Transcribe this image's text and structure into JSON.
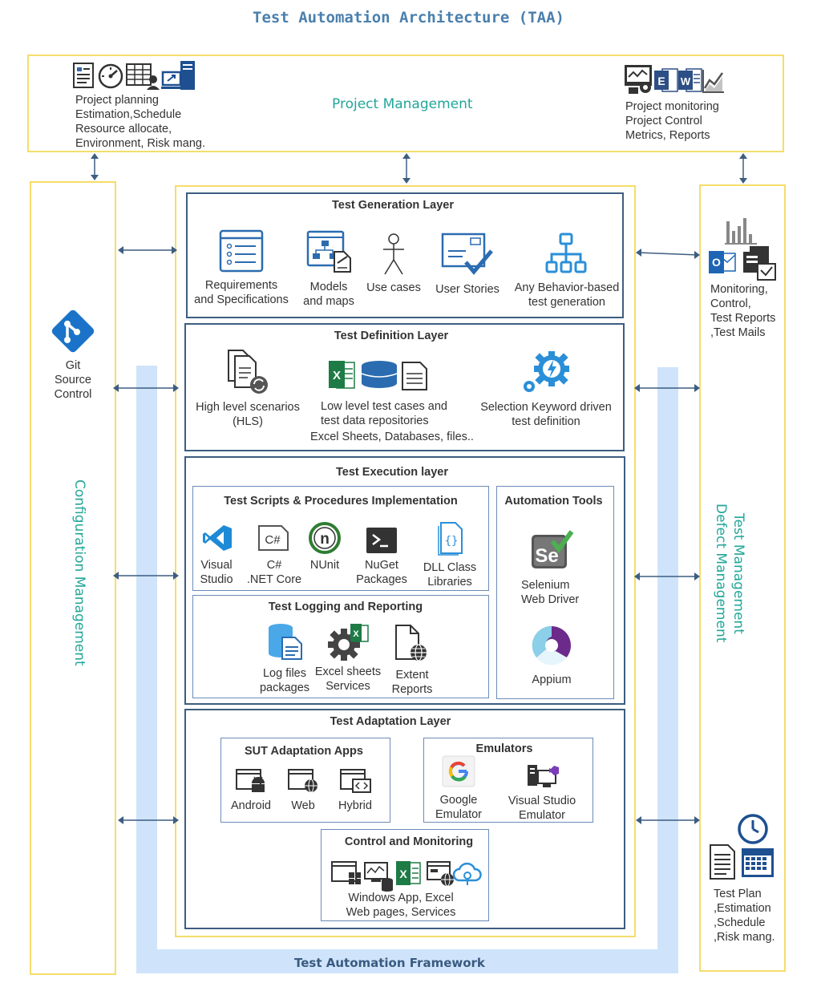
{
  "title": "Test Automation Architecture (TAA)",
  "project_management": {
    "label": "Project Management",
    "left_text": [
      "Project planning",
      "Estimation,Schedule",
      "Resource allocate,",
      "Environment, Risk mang."
    ],
    "right_text": [
      "Project monitoring",
      "Project Control",
      "Metrics, Reports"
    ],
    "left_icons": [
      "document-icon",
      "dashboard-gauge-icon",
      "resource-grid-icon",
      "computer-icon"
    ],
    "right_icons": [
      "monitor-settings-icon",
      "excel-icon",
      "word-icon",
      "line-chart-icon"
    ]
  },
  "configuration_management": {
    "label": "Configuration Management",
    "git_label": [
      "Git",
      "Source",
      "Control"
    ]
  },
  "test_management": {
    "label_1": "Test Management",
    "label_2": "Defect Management",
    "monitoring_text": [
      "Monitoring,",
      "Control,",
      "Test Reports",
      ",Test Mails"
    ],
    "plan_text": [
      "Test Plan",
      ",Estimation",
      ",Schedule",
      ",Risk mang."
    ]
  },
  "framework_label": "Test Automation Framework",
  "generation_layer": {
    "title": "Test Generation Layer",
    "items": [
      {
        "icon": "requirements-icon",
        "label": [
          "Requirements",
          "and Specifications"
        ]
      },
      {
        "icon": "models-icon",
        "label": [
          "Models",
          "and maps"
        ]
      },
      {
        "icon": "stick-figure-icon",
        "label": [
          "Use cases"
        ]
      },
      {
        "icon": "user-stories-icon",
        "label": [
          "User Stories"
        ]
      },
      {
        "icon": "hierarchy-icon",
        "label": [
          "Any Behavior-based",
          "test generation"
        ]
      }
    ]
  },
  "definition_layer": {
    "title": "Test Definition Layer",
    "items": [
      {
        "icon": "documents-sync-icon",
        "label": [
          "High level scenarios",
          "(HLS)"
        ]
      },
      {
        "icon": "excel-database-doc-icon",
        "label": [
          "Low level test cases and",
          "test data repositories",
          "Excel Sheets, Databases, files.."
        ]
      },
      {
        "icon": "gear-lightning-icon",
        "label": [
          "Selection Keyword driven",
          "test definition"
        ]
      }
    ]
  },
  "execution_layer": {
    "title": "Test Execution layer",
    "scripts": {
      "title": "Test Scripts & Procedures Implementation",
      "items": [
        {
          "icon": "visual-studio-icon",
          "label": [
            "Visual",
            "Studio"
          ]
        },
        {
          "icon": "csharp-icon",
          "label": [
            "C#",
            ".NET Core"
          ]
        },
        {
          "icon": "nunit-icon",
          "label": [
            "NUnit"
          ]
        },
        {
          "icon": "nuget-terminal-icon",
          "label": [
            "NuGet",
            "Packages"
          ]
        },
        {
          "icon": "dll-file-icon",
          "label": [
            "DLL Class",
            "Libraries"
          ]
        }
      ]
    },
    "logging": {
      "title": "Test Logging and Reporting",
      "items": [
        {
          "icon": "log-database-icon",
          "label": [
            "Log files",
            "packages"
          ]
        },
        {
          "icon": "excel-gear-icon",
          "label": [
            "Excel sheets",
            "Services"
          ]
        },
        {
          "icon": "web-report-icon",
          "label": [
            "Extent",
            "Reports"
          ]
        }
      ]
    },
    "tools": {
      "title": "Automation Tools",
      "items": [
        {
          "icon": "selenium-icon",
          "label": [
            "Selenium",
            "Web Driver"
          ]
        },
        {
          "icon": "appium-icon",
          "label": [
            "Appium"
          ]
        }
      ]
    }
  },
  "adaptation_layer": {
    "title": "Test Adaptation Layer",
    "sut": {
      "title": "SUT Adaptation Apps",
      "items": [
        {
          "icon": "android-window-icon",
          "label": [
            "Android"
          ]
        },
        {
          "icon": "web-window-icon",
          "label": [
            "Web"
          ]
        },
        {
          "icon": "hybrid-window-icon",
          "label": [
            "Hybrid"
          ]
        }
      ]
    },
    "emulators": {
      "title": "Emulators",
      "items": [
        {
          "icon": "google-icon",
          "label": [
            "Google",
            "Emulator"
          ]
        },
        {
          "icon": "vs-emulator-icon",
          "label": [
            "Visual Studio",
            "Emulator"
          ]
        }
      ]
    },
    "control": {
      "title": "Control and Monitoring",
      "label": [
        "Windows App, Excel",
        "Web pages, Services"
      ],
      "icons": [
        "windows-app-icon",
        "monitor-db-icon",
        "excel-icon",
        "web-page-icon",
        "cloud-service-icon"
      ]
    }
  }
}
